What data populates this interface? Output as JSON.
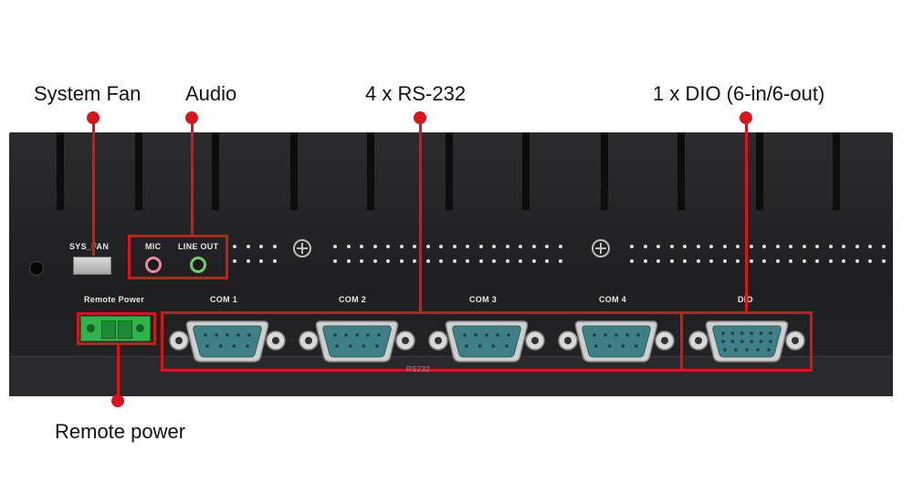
{
  "callouts": {
    "system_fan": "System Fan",
    "audio": "Audio",
    "rs232": "4 x RS-232",
    "dio": "1 x DIO (6-in/6-out)",
    "remote_power": "Remote power"
  },
  "silkscreen": {
    "sys_fan": "SYS_FAN",
    "mic": "MIC",
    "line_out": "LINE OUT",
    "remote_power": "Remote Power",
    "com1": "COM 1",
    "com2": "COM 2",
    "com3": "COM 3",
    "com4": "COM 4",
    "dio": "DIO",
    "rs232": "RS232"
  },
  "colors": {
    "highlight": "#d8141c",
    "panel": "#232325",
    "mic_jack": "#e58aa6",
    "line_out_jack": "#6fcf6a",
    "terminal_block": "#2fb34a",
    "dsub_shell": "#3f7f86"
  }
}
